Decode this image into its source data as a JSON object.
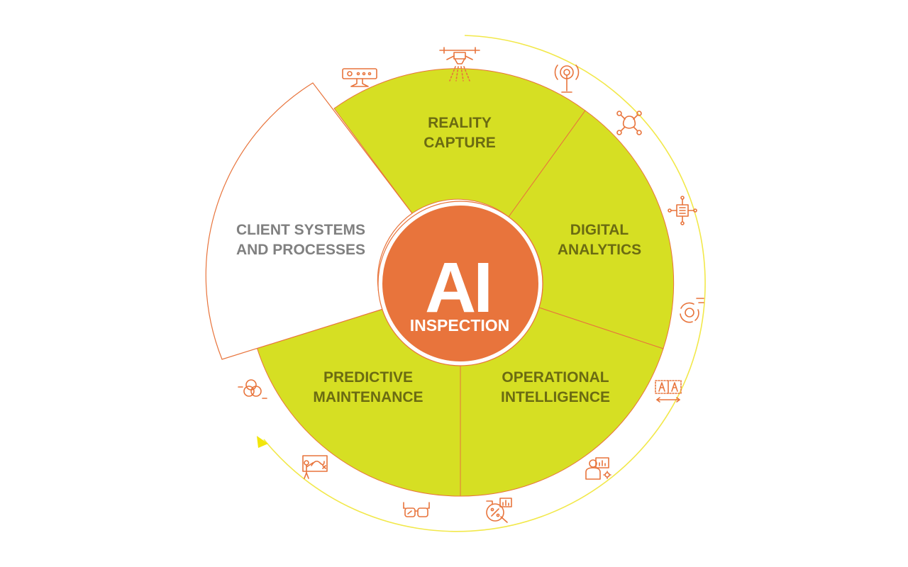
{
  "center": {
    "big": "AI",
    "small": "INSPECTION"
  },
  "segments": [
    {
      "line1": "REALITY",
      "line2": "CAPTURE"
    },
    {
      "line1": "DIGITAL",
      "line2": "ANALYTICS"
    },
    {
      "line1": "OPERATIONAL",
      "line2": "INTELLIGENCE"
    },
    {
      "line1": "PREDICTIVE",
      "line2": "MAINTENANCE"
    },
    {
      "line1": "CLIENT SYSTEMS",
      "line2": "AND PROCESSES"
    }
  ],
  "icons": [
    "drone-icon",
    "rfid-scanner-icon",
    "antenna-icon",
    "network-nodes-icon",
    "chip-icon",
    "cycle-icon",
    "text-measure-icon",
    "engineer-dashboard-icon",
    "percent-analytics-icon",
    "smart-glasses-icon",
    "presentation-icon",
    "venn-icon"
  ],
  "colors": {
    "segment_fill": "#d6df23",
    "accent": "#e8743c",
    "segment_text": "#6b6b12",
    "client_text": "#808080",
    "arc": "#f2e84a"
  }
}
